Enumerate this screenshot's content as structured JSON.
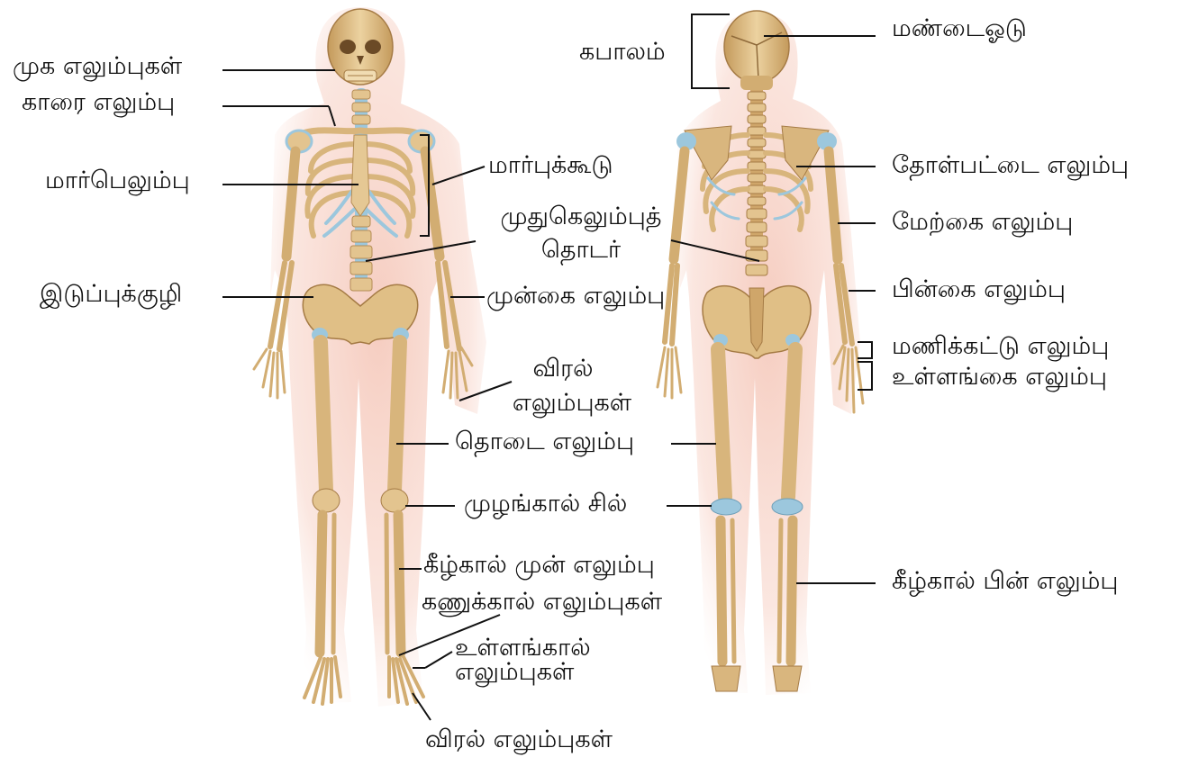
{
  "labels": {
    "face_bones": "முக எலும்புகள்",
    "collar_bone": "காரை எலும்பு",
    "breastbone": "மார்பெலும்பு",
    "pelvis": "இடுப்புக்குழி",
    "rib_cage": "மார்புக்கூடு",
    "spine_line1": "முதுகெலும்புத்",
    "spine_line2": "தொடர்",
    "forearm_bone": "முன்கை எலும்பு",
    "finger_bones_line1": "விரல்",
    "finger_bones_line2": "எலும்புகள்",
    "thigh_bone": "தொடை எலும்பு",
    "kneecap": "முழங்கால் சில்",
    "shin_front_bone": "கீழ்கால் முன் எலும்பு",
    "ankle_bones": "கணுக்கால் எலும்புகள்",
    "foot_bones_line1": "உள்ளங்கால்",
    "foot_bones_line2": "எலும்புகள்",
    "toe_bones": "விரல் எலும்புகள்",
    "skull": "கபாலம்",
    "cranium": "மண்டைஓடு",
    "shoulder_blade": "தோள்பட்டை எலும்பு",
    "upper_arm_bone": "மேற்கை எலும்பு",
    "lower_arm_bone": "பின்கை எலும்பு",
    "wrist_bones": "மணிக்கட்டு எலும்பு",
    "palm_bones": "உள்ளங்கை எலும்பு",
    "shin_back_bone": "கீழ்கால் பின் எலும்பு"
  },
  "colors": {
    "bone": "#e0c08a",
    "bone_shadow": "#b8915a",
    "cartilage": "#9cc7dd",
    "body_glow": "#f6cdc0",
    "line": "#111111"
  }
}
